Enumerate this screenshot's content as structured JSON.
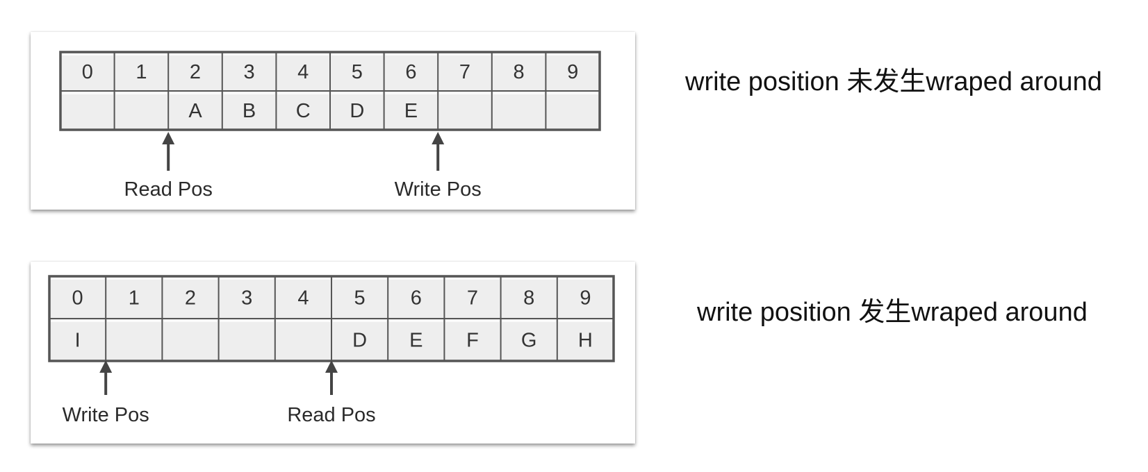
{
  "diagrams": [
    {
      "indices": [
        "0",
        "1",
        "2",
        "3",
        "4",
        "5",
        "6",
        "7",
        "8",
        "9"
      ],
      "values": [
        "",
        "",
        "A",
        "B",
        "C",
        "D",
        "E",
        "",
        "",
        ""
      ],
      "pointers": [
        {
          "label": "Read Pos",
          "slot": 2
        },
        {
          "label": "Write Pos",
          "slot": 7
        }
      ],
      "caption": "write position 未发生wraped around"
    },
    {
      "indices": [
        "0",
        "1",
        "2",
        "3",
        "4",
        "5",
        "6",
        "7",
        "8",
        "9"
      ],
      "values": [
        "I",
        "",
        "",
        "",
        "",
        "D",
        "E",
        "F",
        "G",
        "H"
      ],
      "pointers": [
        {
          "label": "Write Pos",
          "slot": 1
        },
        {
          "label": "Read Pos",
          "slot": 5
        }
      ],
      "caption": "write position 发生wraped around"
    }
  ],
  "colors": {
    "grid_line": "#555555",
    "cell_fill": "#eeeeee",
    "arrow": "#444444",
    "text": "#333333"
  }
}
